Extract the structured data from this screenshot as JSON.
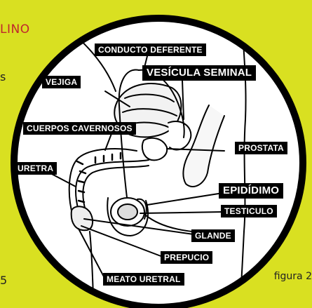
{
  "fragments": {
    "title": "LINO",
    "side_letter": "s",
    "number": "5"
  },
  "caption": "figura 2",
  "labels": {
    "conducto_deferente": "CONDUCTO DEFERENTE",
    "vejiga": "VEJIGA",
    "vesicula_seminal": "VESÍCULA SEMINAL",
    "cuerpos_cavernosos": "CUERPOS CAVERNOSOS",
    "uretra": "URETRA",
    "prostata": "PROSTATA",
    "epididimo": "EPIDÍDIMO",
    "testiculo": "TESTICULO",
    "glande": "GLANDE",
    "prepucio": "PREPUCIO",
    "meato_uretral": "MEATO URETRAL"
  },
  "colors": {
    "background": "#d9e021",
    "circle_fill": "#ffffff",
    "circle_border": "#000000",
    "label_bg": "#000000",
    "label_text": "#ffffff",
    "title_red": "#c0262d"
  }
}
